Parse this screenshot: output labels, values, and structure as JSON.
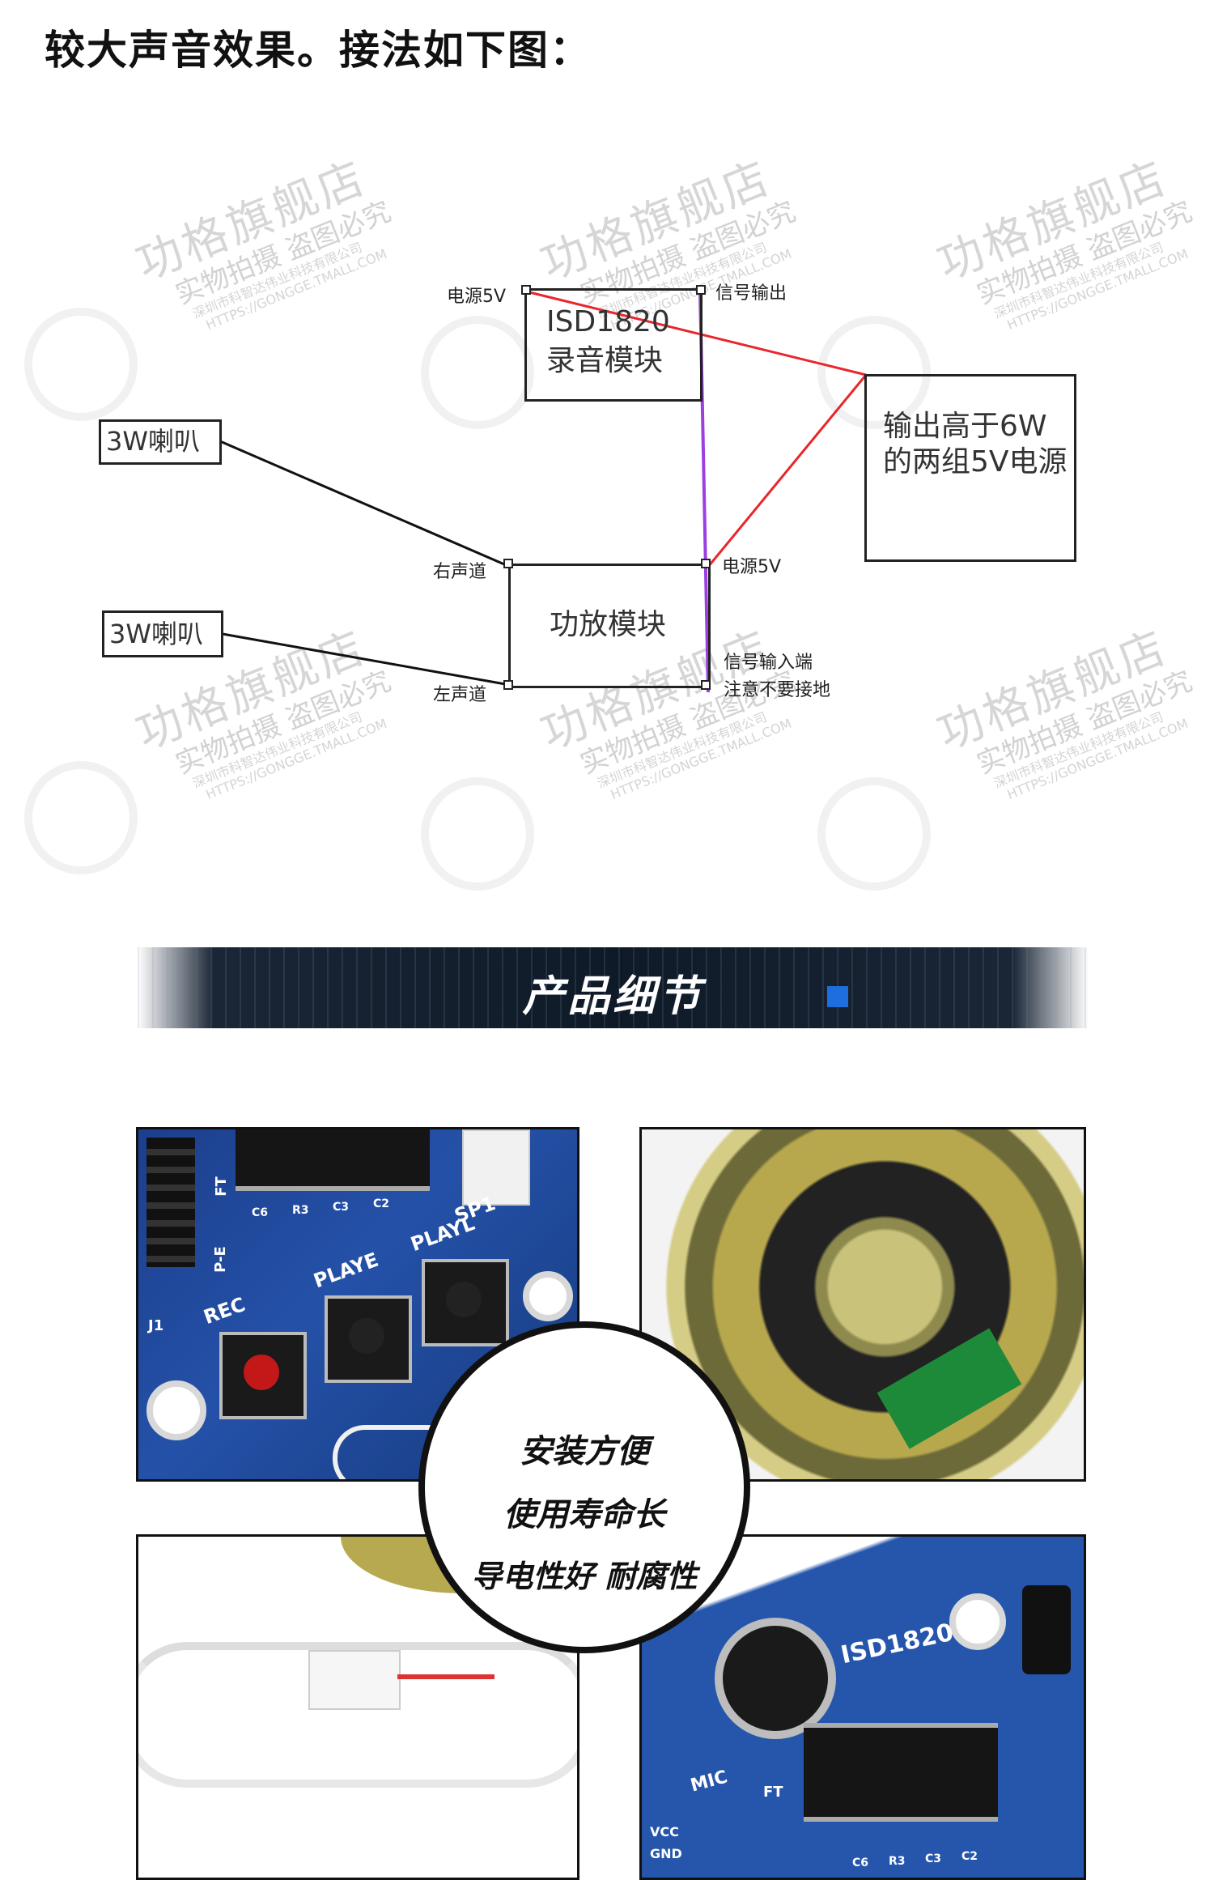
{
  "heading": "较大声音效果。接法如下图：",
  "diagram": {
    "isd_box": {
      "line1": "ISD1820",
      "line2": "录音模块"
    },
    "speaker_top": "3W喇叭",
    "speaker_bottom": "3W喇叭",
    "amp_box": "功放模块",
    "power_box": "输出高于6W的两组5V电源",
    "labels": {
      "isd_power": "电源5V",
      "isd_signal": "信号输出",
      "amp_right": "右声道",
      "amp_left": "左声道",
      "amp_power": "电源5V",
      "amp_signal_in": "信号输入端",
      "amp_note": "注意不要接地"
    },
    "colors": {
      "red_wire": "#e8262b",
      "purple_wire": "#9b3fe3",
      "black_wire": "#111111"
    }
  },
  "watermark": {
    "line1": "功格旗舰店",
    "line2": "实物拍摄 盗图必究",
    "line3": "深圳市科智达伟业科技有限公司",
    "line4": "HTTPS://GONGGE.TMALL.COM"
  },
  "section": {
    "title": "产品细节",
    "accent_color": "#1d6fe0"
  },
  "features": [
    "安装方便",
    "使用寿命长",
    "导电性好 耐腐性"
  ],
  "photo_labels": {
    "top_left": [
      "FT",
      "P-E",
      "J1",
      "REC",
      "PLAYE",
      "PLAYL",
      "SP1",
      "C6",
      "R3",
      "C3",
      "C2"
    ],
    "bottom_right": [
      "ISD1820",
      "MIC",
      "VCC",
      "GND",
      "FT",
      "C6",
      "R3",
      "C3",
      "C2"
    ]
  }
}
